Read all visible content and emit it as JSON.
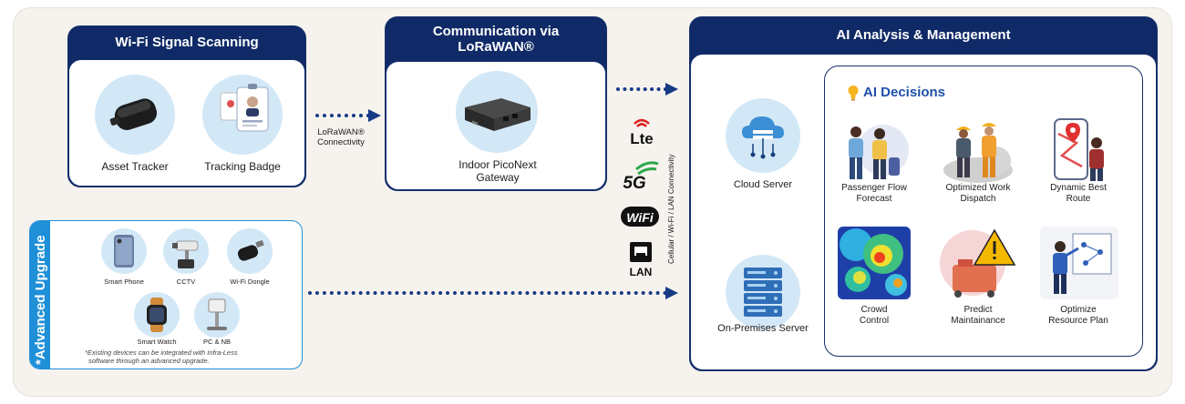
{
  "wifi_scanning": {
    "title": "Wi-Fi Signal Scanning",
    "items": [
      {
        "label": "Asset Tracker",
        "icon": "asset-tracker-icon"
      },
      {
        "label": "Tracking Badge",
        "icon": "tracking-badge-icon"
      }
    ]
  },
  "lorawan_link": {
    "label_line1": "LoRaWAN®",
    "label_line2": "Connectivity"
  },
  "communication": {
    "title_line1": "Communication via",
    "title_line2": "LoRaWAN®",
    "gateway_line1": "Indoor PicoNext",
    "gateway_line2": "Gateway"
  },
  "connectivity": {
    "vertical_label": "Cellular / Wi-Fi / LAN Connectivity",
    "icons": [
      {
        "label": "Lte",
        "icon": "lte-icon"
      },
      {
        "label": "5G",
        "icon": "5g-icon"
      },
      {
        "label": "WiFi",
        "icon": "wifi-logo-icon"
      },
      {
        "label": "LAN",
        "icon": "lan-icon"
      }
    ]
  },
  "ai_management": {
    "title": "AI Analysis & Management",
    "servers": [
      {
        "label": "Cloud Server",
        "icon": "cloud-server-icon"
      },
      {
        "label": "On-Premises Server",
        "icon": "server-rack-icon"
      }
    ],
    "decisions": {
      "title": "AI Decisions",
      "items": [
        {
          "line1": "Passenger Flow",
          "line2": "Forecast",
          "icon": "passenger-flow-icon"
        },
        {
          "line1": "Optimized Work",
          "line2": "Dispatch",
          "icon": "work-dispatch-icon"
        },
        {
          "line1": "Dynamic Best",
          "line2": "Route",
          "icon": "route-map-icon"
        },
        {
          "line1": "Crowd",
          "line2": "Control",
          "icon": "heatmap-icon"
        },
        {
          "line1": "Predict",
          "line2": "Maintainance",
          "icon": "warning-icon"
        },
        {
          "line1": "Optimize",
          "line2": "Resource Plan",
          "icon": "resource-plan-icon"
        }
      ]
    }
  },
  "advanced_upgrade": {
    "tab_label": "*Advanced Upgrade",
    "devices": [
      {
        "label": "Smart Phone",
        "icon": "smartphone-icon"
      },
      {
        "label": "CCTV",
        "icon": "cctv-icon"
      },
      {
        "label": "Wi-Fi Dongle",
        "icon": "wifi-dongle-icon"
      },
      {
        "label": "Smart Watch",
        "icon": "smartwatch-icon"
      },
      {
        "label": "PC & NB",
        "icon": "pc-icon"
      }
    ],
    "note_line1": "*Existing devices can be integrated with Infra-Less",
    "note_line2": "software through an advanced upgrade."
  },
  "colors": {
    "navy": "#0f2a66",
    "accent_blue": "#1f8fd8",
    "circle_fill": "#d3e8f7",
    "arrow": "#173a85"
  }
}
